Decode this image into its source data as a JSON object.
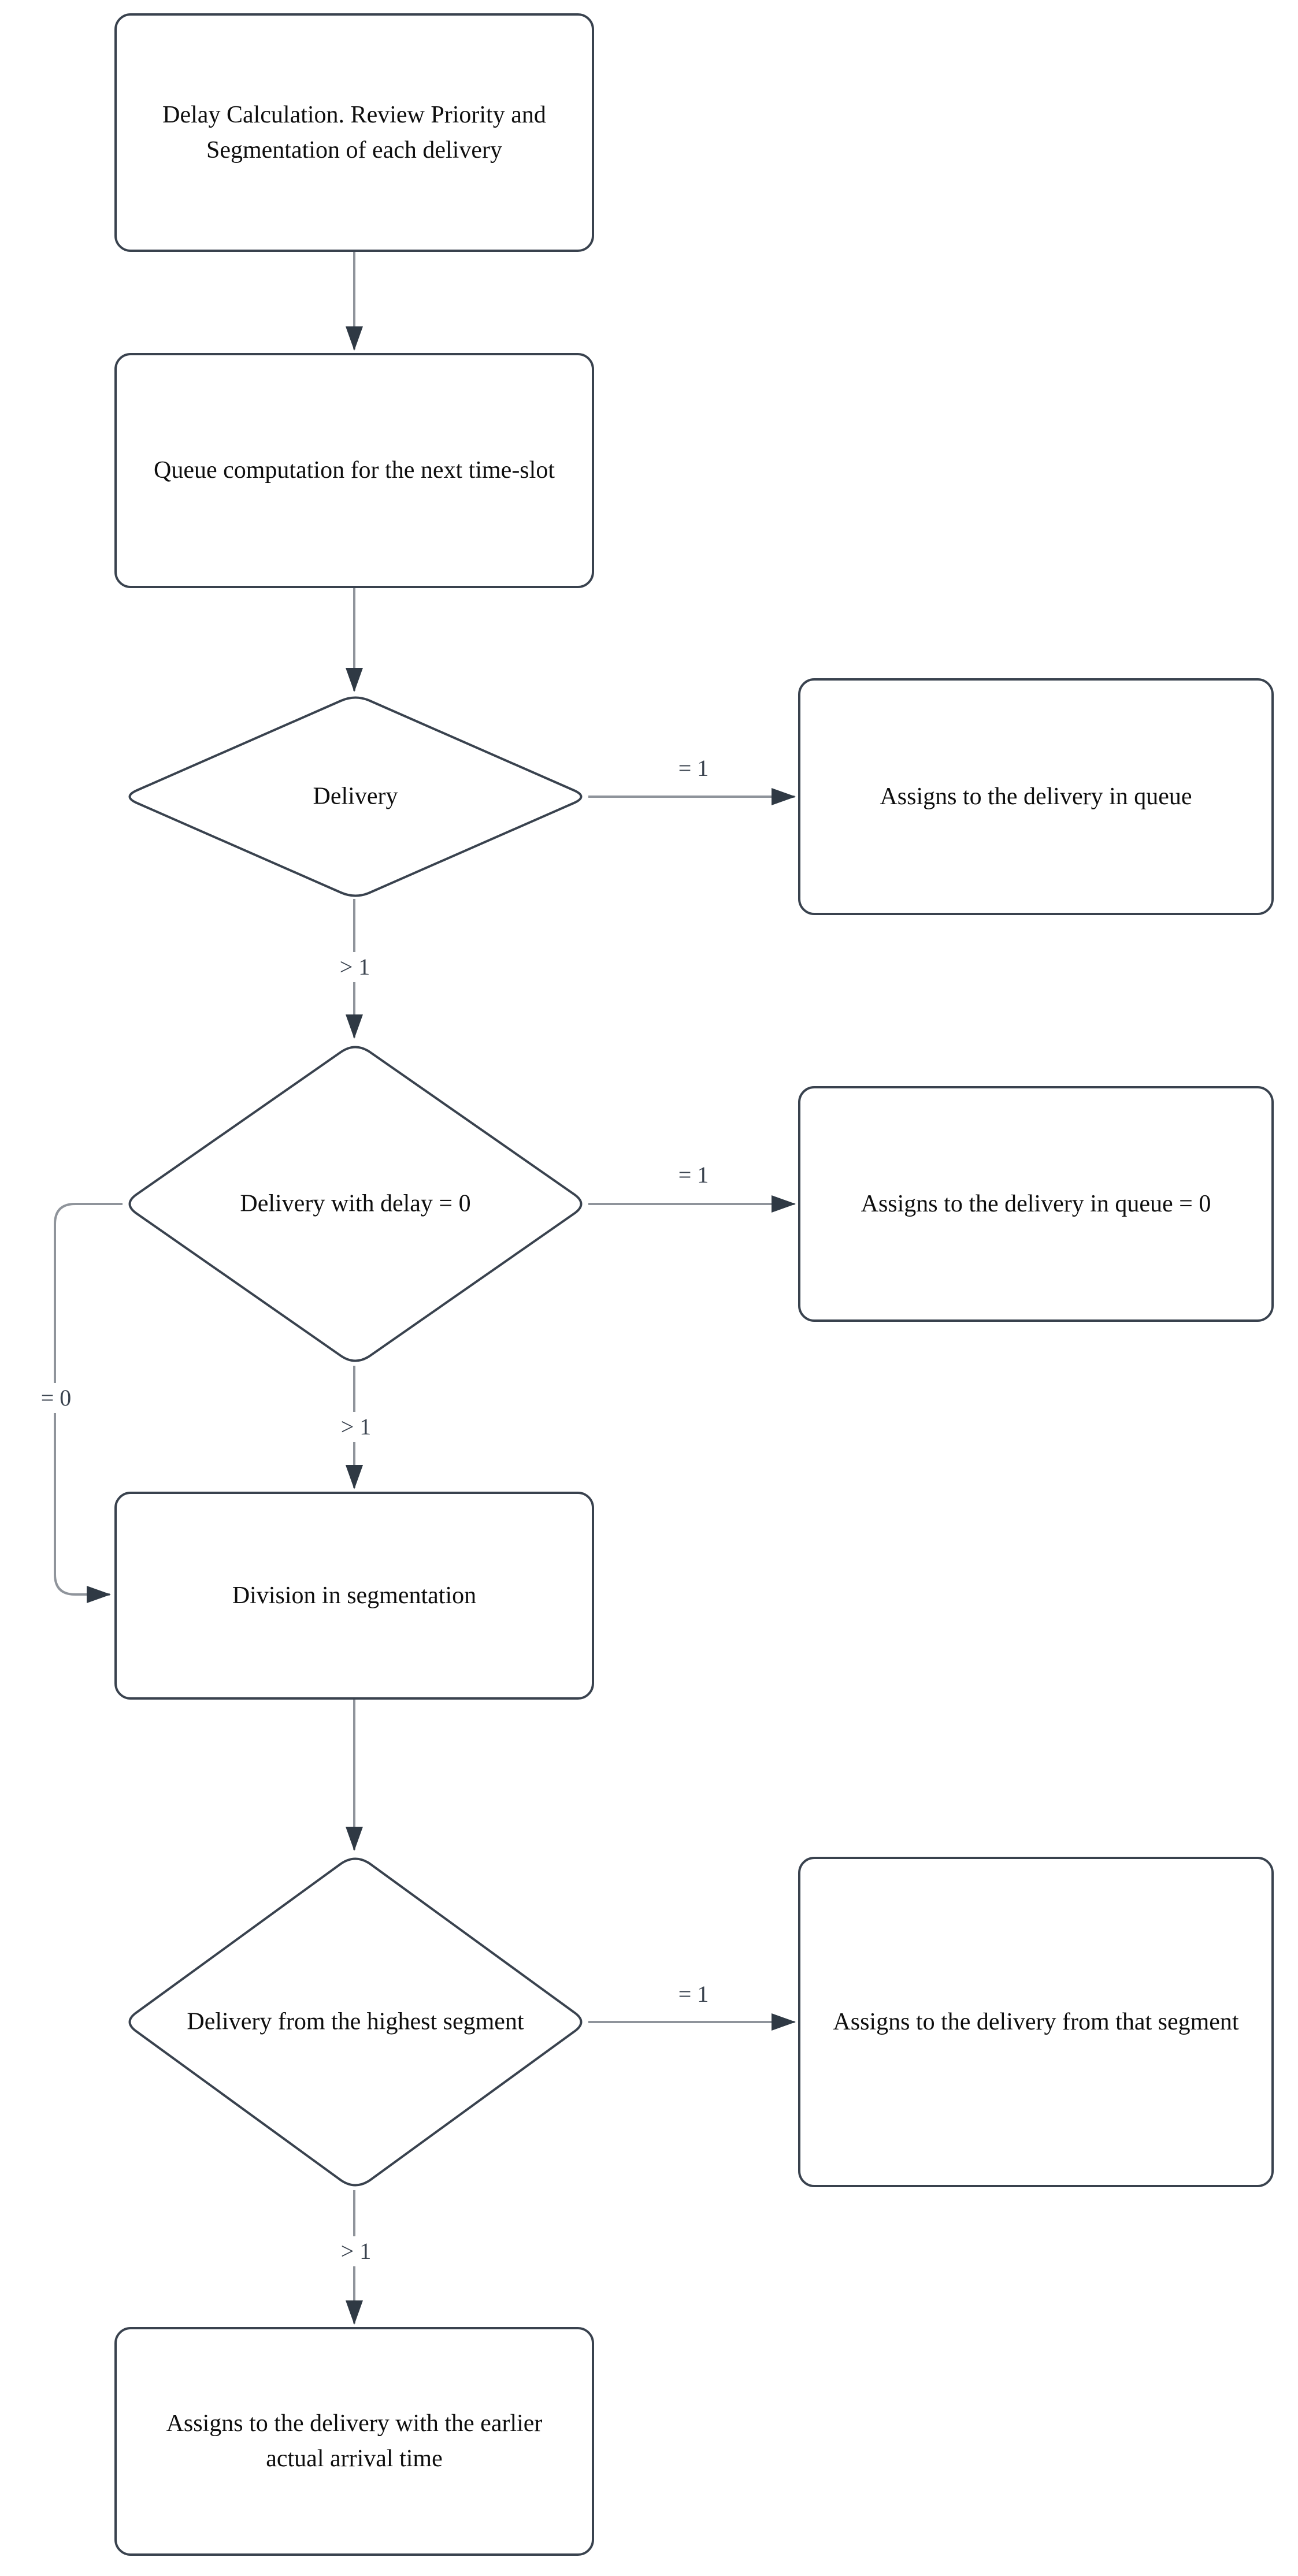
{
  "diagram": {
    "nodes": {
      "start": {
        "label": "Delay Calculation. Review Priority and Segmentation of each delivery"
      },
      "queue": {
        "label": "Queue computation for the next time-slot"
      },
      "delivery": {
        "label": "Delivery"
      },
      "assign_queue": {
        "label": "Assigns to the delivery in queue"
      },
      "delay_zero": {
        "label": "Delivery with delay = 0"
      },
      "assign_queue0": {
        "label": "Assigns to the delivery in queue = 0"
      },
      "division": {
        "label": "Division in segmentation"
      },
      "highest": {
        "label": "Delivery from the highest segment"
      },
      "assign_segment": {
        "label": "Assigns to the delivery from that segment"
      },
      "assign_earlier": {
        "label": "Assigns to the delivery with the earlier actual arrival time"
      }
    },
    "edge_labels": {
      "delivery_eq1": "= 1",
      "delivery_gt1": "> 1",
      "delay0_eq1": "= 1",
      "delay0_gt1": "> 1",
      "delay0_eq0": "= 0",
      "highest_eq1": "= 1",
      "highest_gt1": "> 1"
    },
    "colors": {
      "shape_stroke": "#39424e",
      "connector": "#8f949b",
      "arrowhead": "#2f3944",
      "node_text": "#0e0e0e",
      "label_text": "#39424e",
      "background": "#ffffff"
    }
  }
}
